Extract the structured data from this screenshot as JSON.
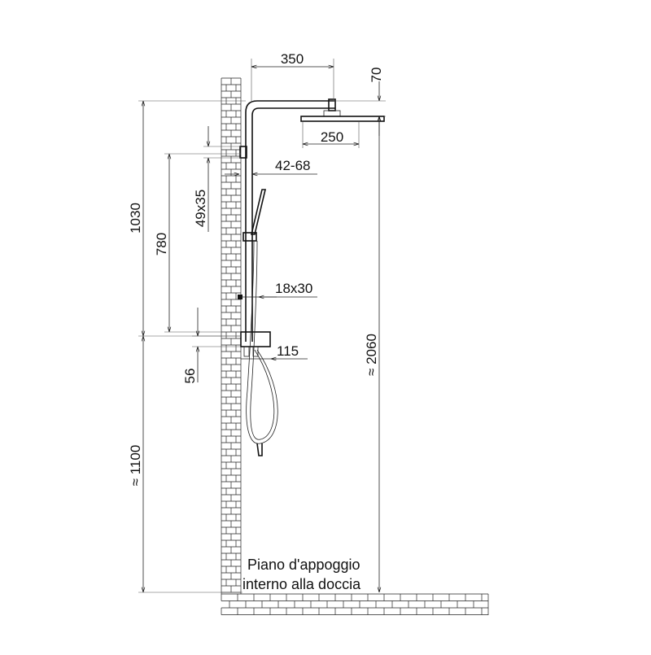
{
  "colors": {
    "line": "#111111",
    "background": "#ffffff"
  },
  "dimensions": {
    "arm_length": "350",
    "head_offset": "70",
    "head_diameter": "250",
    "wall_distance": "42-68",
    "upper_bracket": "49x35",
    "total_height_column": "1030",
    "bracket_spacing": "780",
    "bar_section": "18x30",
    "mixer_depth": "115",
    "lower_bracket": "56",
    "mixer_height": "≈ 1100",
    "total_height": "≈ 2060"
  },
  "floor_label": {
    "line1": "Piano d'appoggio",
    "line2": "interno alla doccia"
  }
}
